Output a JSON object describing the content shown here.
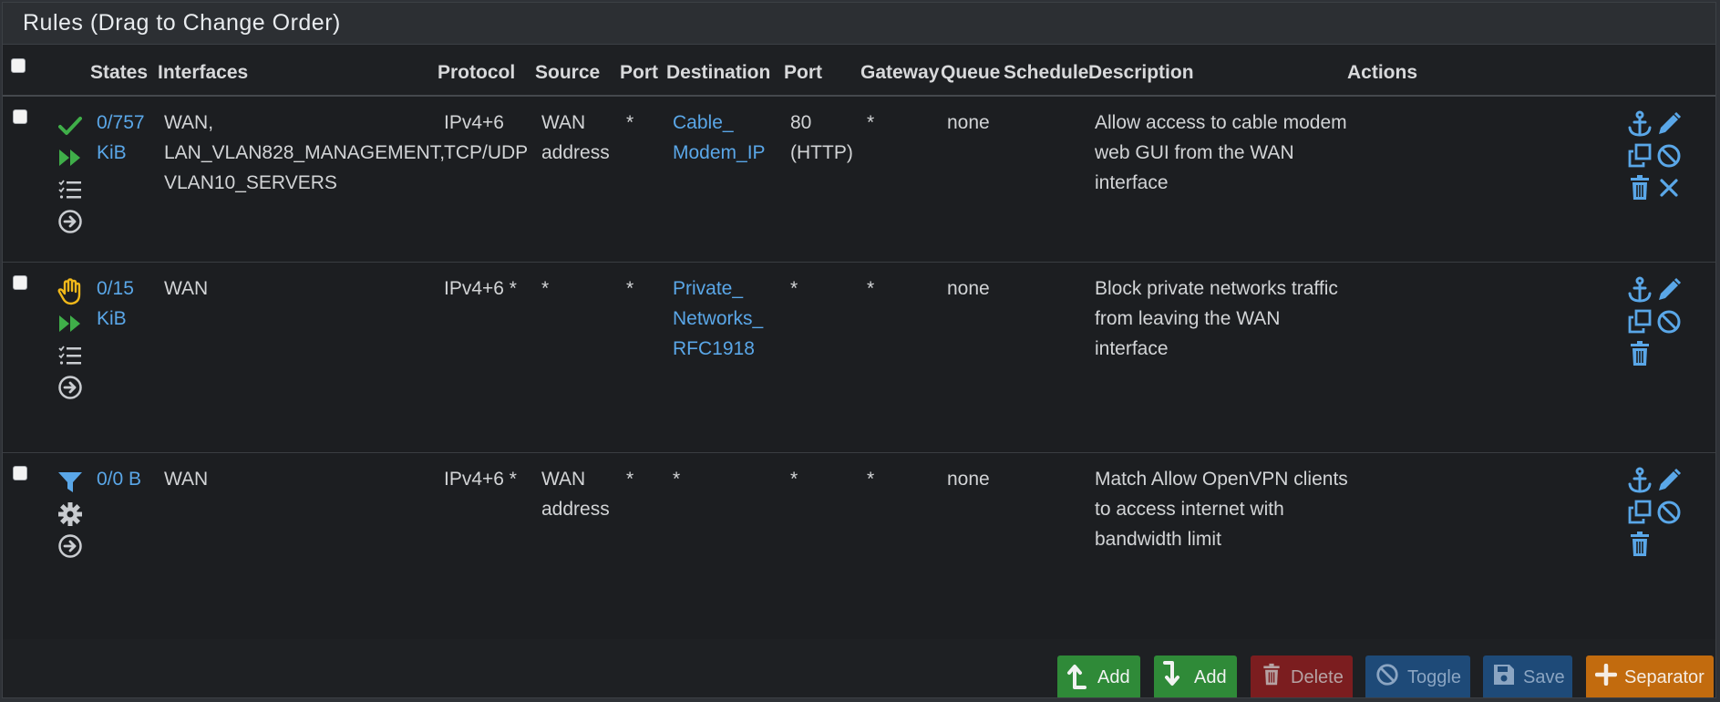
{
  "panel": {
    "title": "Rules (Drag to Change Order)"
  },
  "columns": {
    "states": "States",
    "interfaces": "Interfaces",
    "protocol": "Protocol",
    "source": "Source",
    "sport": "Port",
    "destination": "Destination",
    "dport": "Port",
    "gateway": "Gateway",
    "queue": "Queue",
    "schedule": "Schedule",
    "description": "Description",
    "actions": "Actions"
  },
  "rules": [
    {
      "states": [
        "0/757",
        "KiB"
      ],
      "interfaces": [
        "WAN,",
        "LAN_VLAN828_MANAGEMENT,",
        "VLAN10_SERVERS"
      ],
      "protocol": [
        "IPv4+6",
        "TCP/UDP"
      ],
      "source": [
        "WAN",
        "address"
      ],
      "sport": "*",
      "destination": [
        "Cable_",
        "Modem_IP"
      ],
      "dport": [
        "80",
        "(HTTP)"
      ],
      "gateway": "*",
      "queue": "none",
      "schedule": "",
      "description": [
        "Allow access to cable modem",
        "web GUI from the WAN",
        "interface"
      ],
      "icons": [
        "check-icon",
        "log-icon",
        "advanced-list-icon",
        "route-icon"
      ]
    },
    {
      "states": [
        "0/15",
        "KiB"
      ],
      "interfaces": [
        "WAN"
      ],
      "protocol": [
        "IPv4+6 *"
      ],
      "source": [
        "*"
      ],
      "sport": "*",
      "destination": [
        "Private_",
        "Networks_",
        "RFC1918"
      ],
      "dport": [
        "*"
      ],
      "gateway": "*",
      "queue": "none",
      "schedule": "",
      "description": [
        "Block private networks traffic",
        "from leaving the WAN",
        "interface"
      ],
      "icons": [
        "block-hand-icon",
        "log-icon",
        "advanced-list-icon",
        "route-icon"
      ]
    },
    {
      "states": [
        "0/0 B"
      ],
      "interfaces": [
        "WAN"
      ],
      "protocol": [
        "IPv4+6 *"
      ],
      "source": [
        "WAN",
        "address"
      ],
      "sport": "*",
      "destination": [
        "*"
      ],
      "dport": [
        "*"
      ],
      "gateway": "*",
      "queue": "none",
      "schedule": "",
      "description": [
        "Match Allow OpenVPN clients",
        "to access internet with",
        "bandwidth limit"
      ],
      "icons": [
        "filter-match-icon",
        "gear-icon",
        "route-icon"
      ]
    }
  ],
  "buttons": {
    "add_top": "Add",
    "add_bottom": "Add",
    "delete": "Delete",
    "toggle": "Toggle",
    "save": "Save",
    "separator": "Separator"
  },
  "colors": {
    "accent_link": "#5aa7e8",
    "pass_green": "#3fae49",
    "block_yellow": "#f0b81a",
    "match_blue": "#5aa7e8",
    "add_green": "#2f8a38",
    "delete_red": "#7b1d1f",
    "primary_blue": "#1e4a78",
    "separator_orange": "#c26b0e"
  }
}
